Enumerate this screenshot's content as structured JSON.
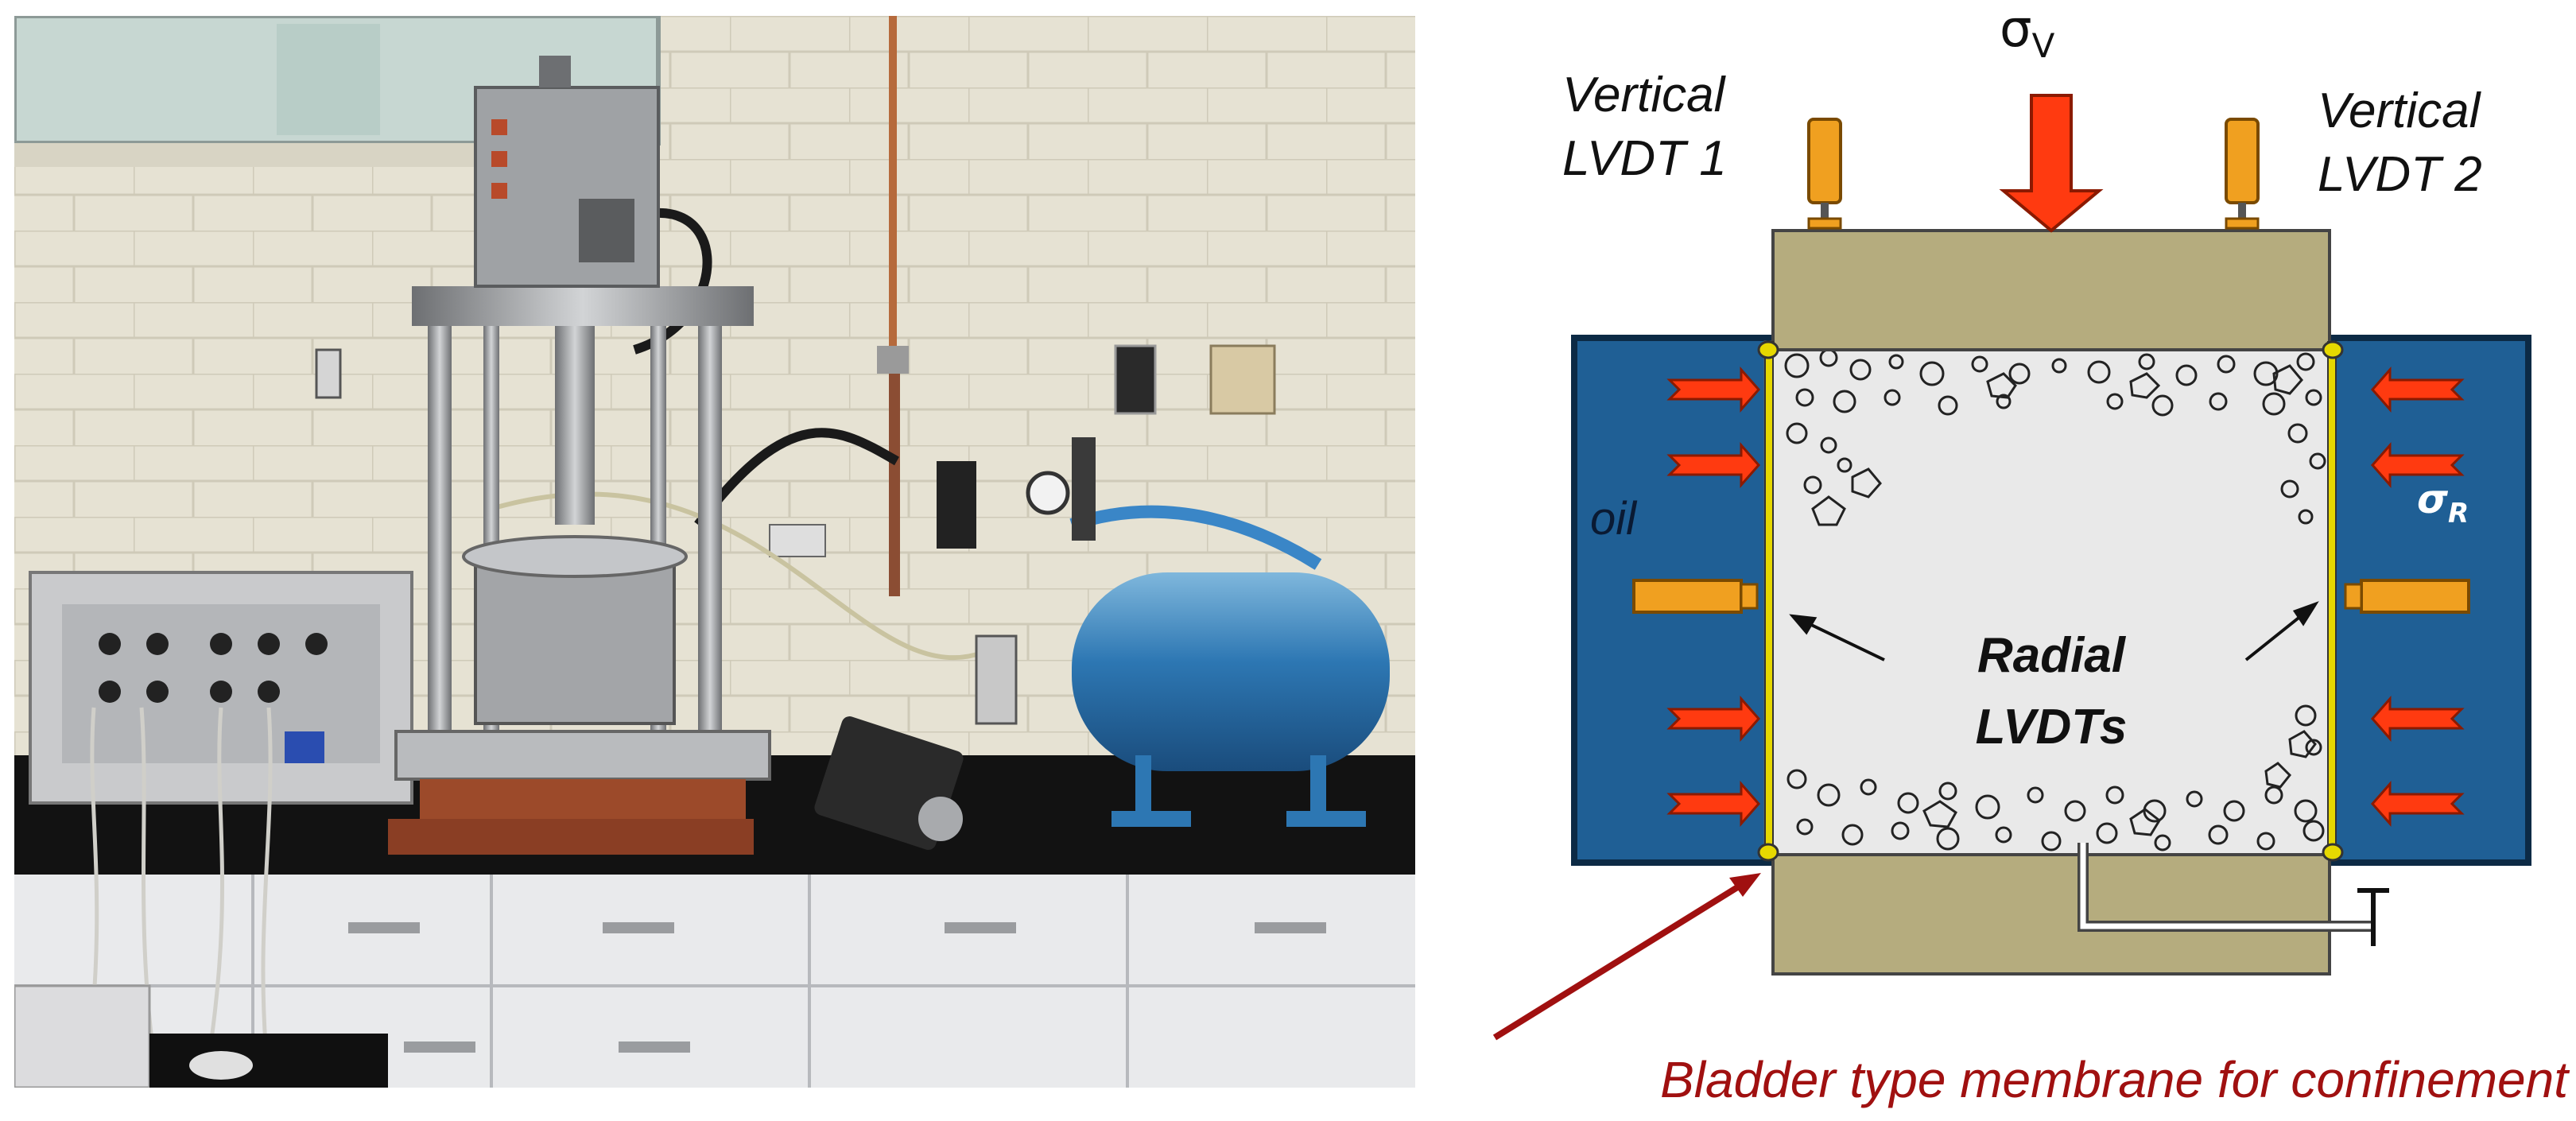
{
  "labels": {
    "sigma_v": "σ",
    "sigma_v_sub": "V",
    "vertical_lvdt_1_line1": "Vertical",
    "vertical_lvdt_1_line2": "LVDT 1",
    "vertical_lvdt_2_line1": "Vertical",
    "vertical_lvdt_2_line2": "LVDT 2",
    "oil": "oil",
    "sigma_r": "σ",
    "sigma_r_sub": "R",
    "radial_line1": "Radial",
    "radial_line2": "LVDTs",
    "bladder": "Bladder type membrane for confinement"
  },
  "colors": {
    "oil_chamber": "#1f5f95",
    "platen": "#b5ac7e",
    "membrane": "#e6d800",
    "lvdt": "#f0a020",
    "arrow": "#ff3a10",
    "annotation": "#a01010",
    "specimen": "#e9e9e9"
  },
  "icons": {
    "vertical_load": "down-arrow-icon",
    "confining_pressure": "left-right-arrows-icon",
    "lvdt": "lvdt-sensor-icon",
    "valve": "valve-icon"
  }
}
